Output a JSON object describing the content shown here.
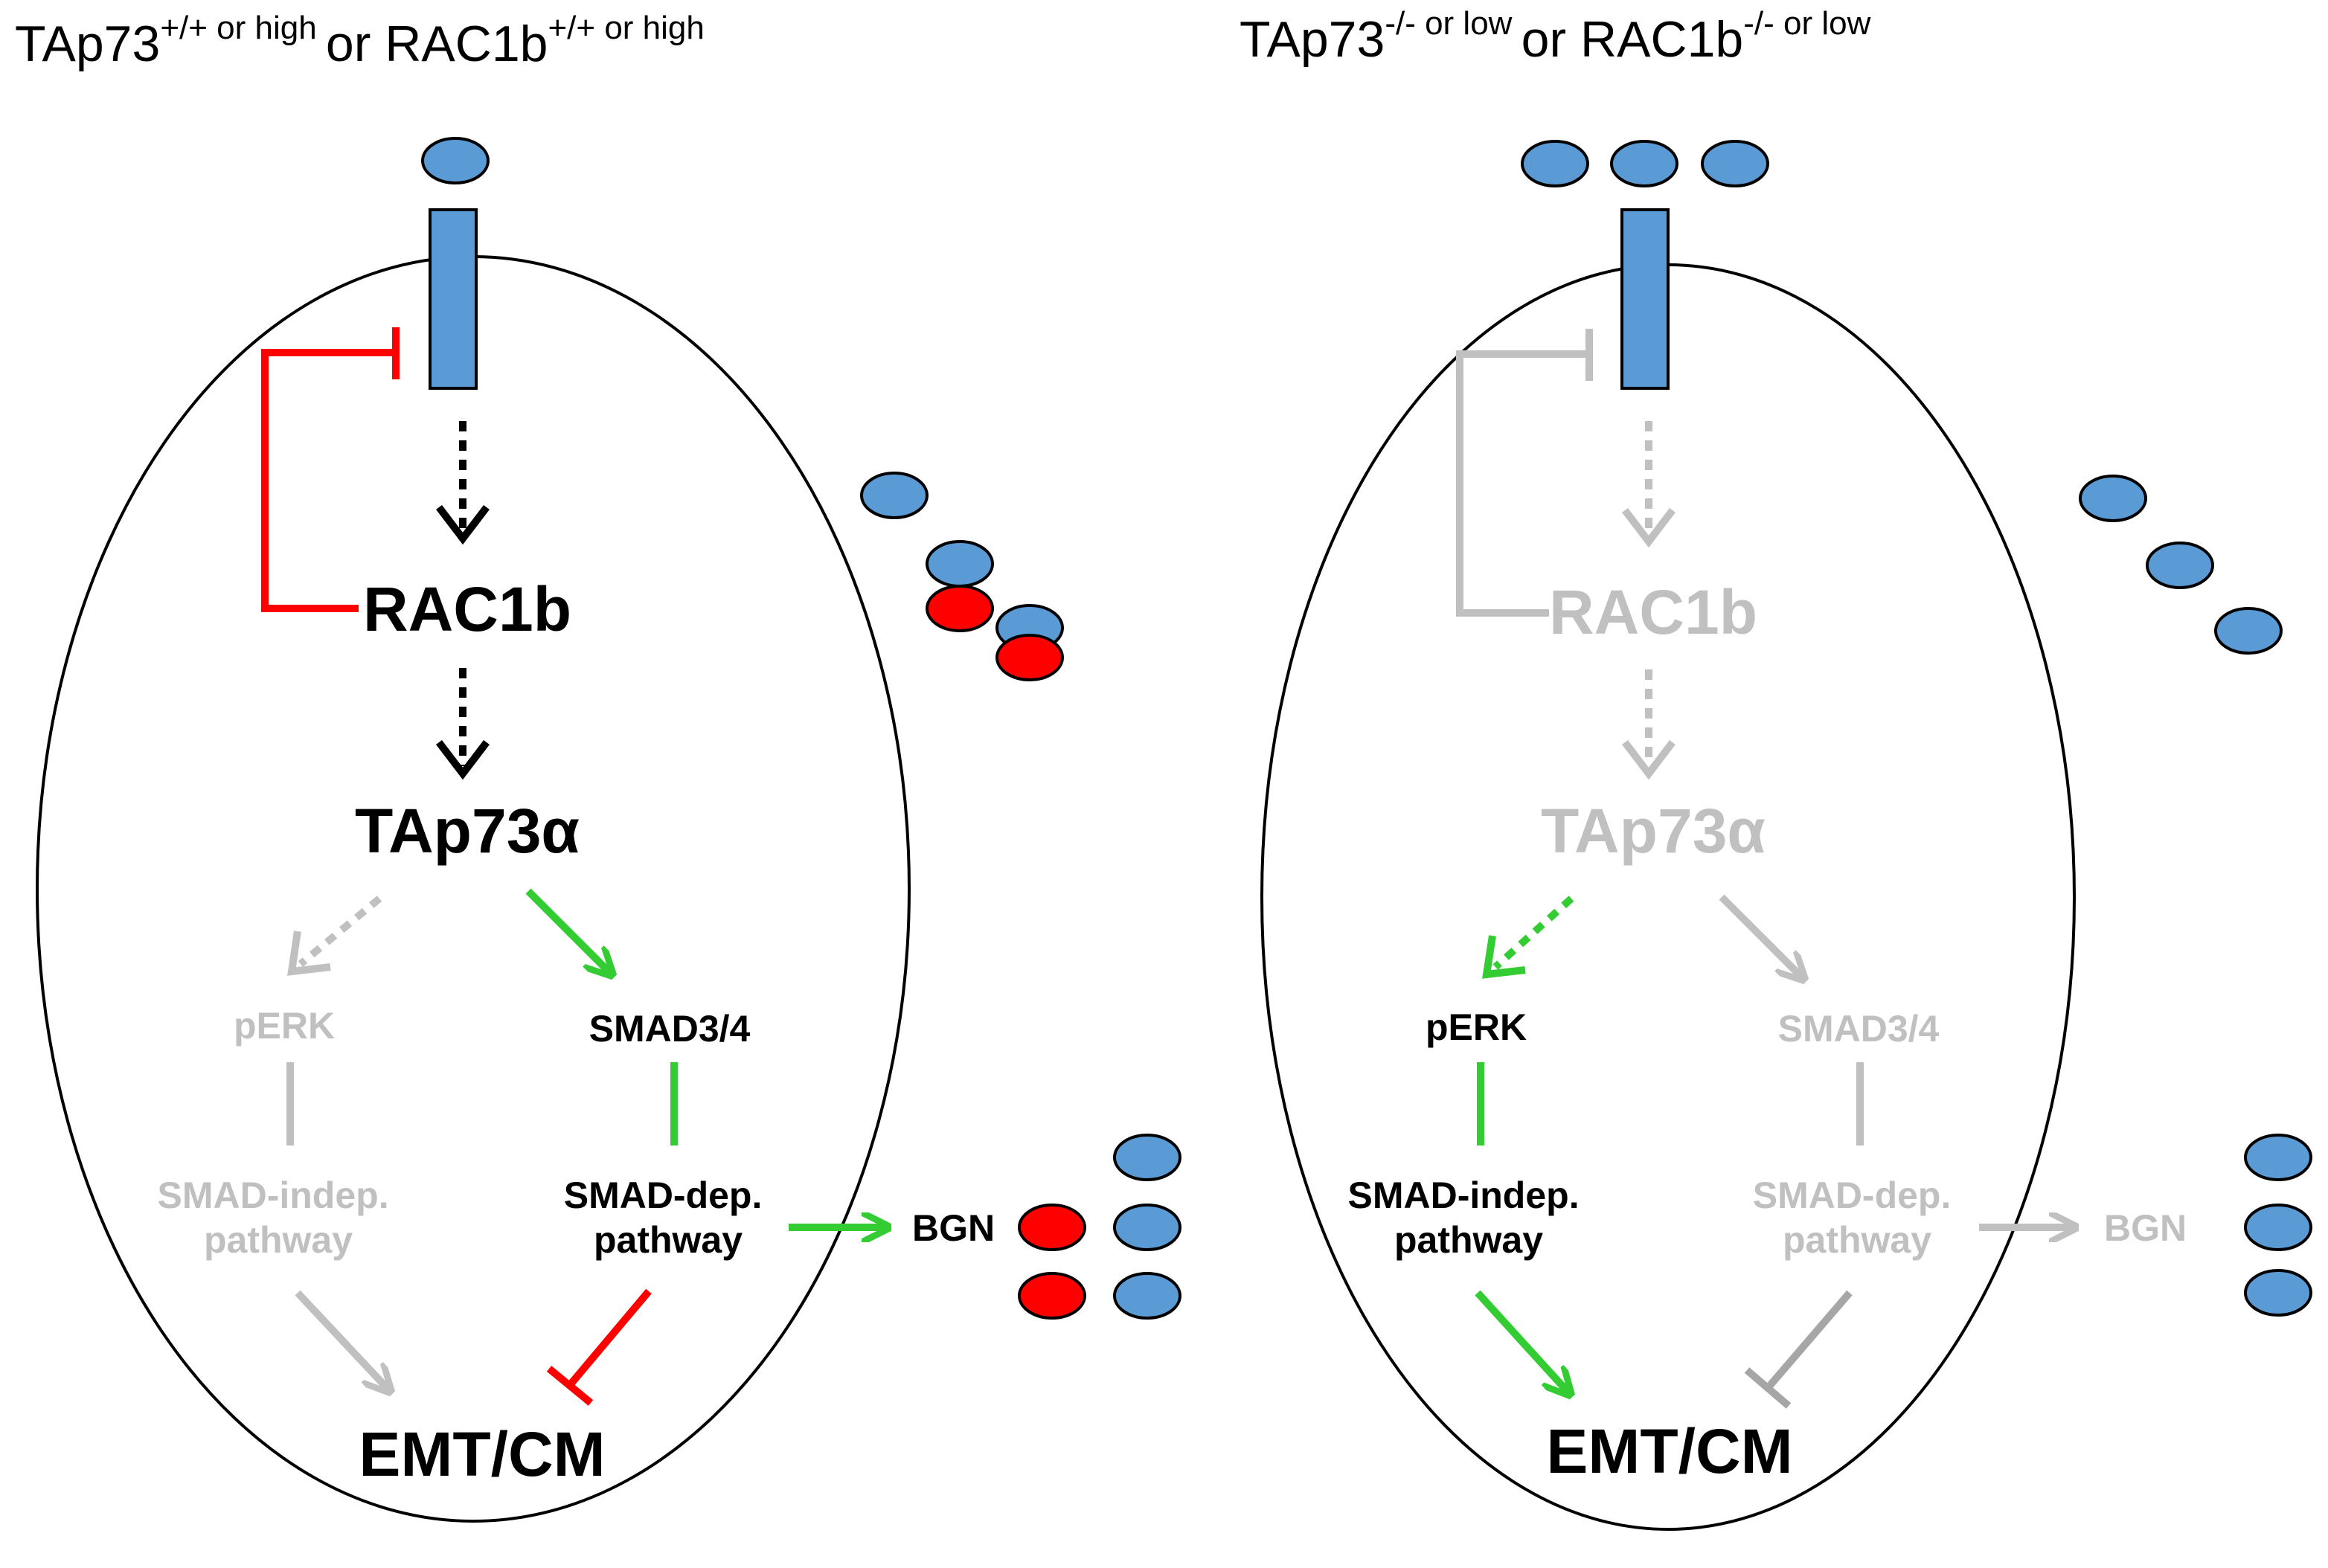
{
  "colors": {
    "active": "#000000",
    "inactive": "#c0c0c0",
    "inhibit_active": "#ff0000",
    "promote_active": "#33cc33",
    "inhibit_inactive": "#a6a6a6",
    "ligand_blue": "#5b9bd5",
    "ligand_red": "#ff0000"
  },
  "left_panel": {
    "header": {
      "p1": "TAp73",
      "s1": "+/+",
      "m1": " or high ",
      "p2": " or RAC1b",
      "s2": "+/+",
      "m2": " or high"
    },
    "nodes": {
      "rac1b": "RAC1b",
      "tap73": "TAp73α",
      "perk": "pERK",
      "smad34": "SMAD3/4",
      "smad_indep_1": "SMAD-indep.",
      "smad_indep_2": "pathway",
      "smad_dep_1": "SMAD-dep.",
      "smad_dep_2": "pathway",
      "bgn": "BGN",
      "emt": "EMT/CM"
    }
  },
  "right_panel": {
    "header": {
      "p1": "TAp73",
      "s1": "-/-",
      "m1": " or low ",
      "p2": " or RAC1b",
      "s2": "-/-",
      "m2": " or low"
    },
    "nodes": {
      "rac1b": "RAC1b",
      "tap73": "TAp73α",
      "perk": "pERK",
      "smad34": "SMAD3/4",
      "smad_indep_1": "SMAD-indep.",
      "smad_indep_2": "pathway",
      "smad_dep_1": "SMAD-dep.",
      "smad_dep_2": "pathway",
      "bgn": "BGN",
      "emt": "EMT/CM"
    }
  }
}
